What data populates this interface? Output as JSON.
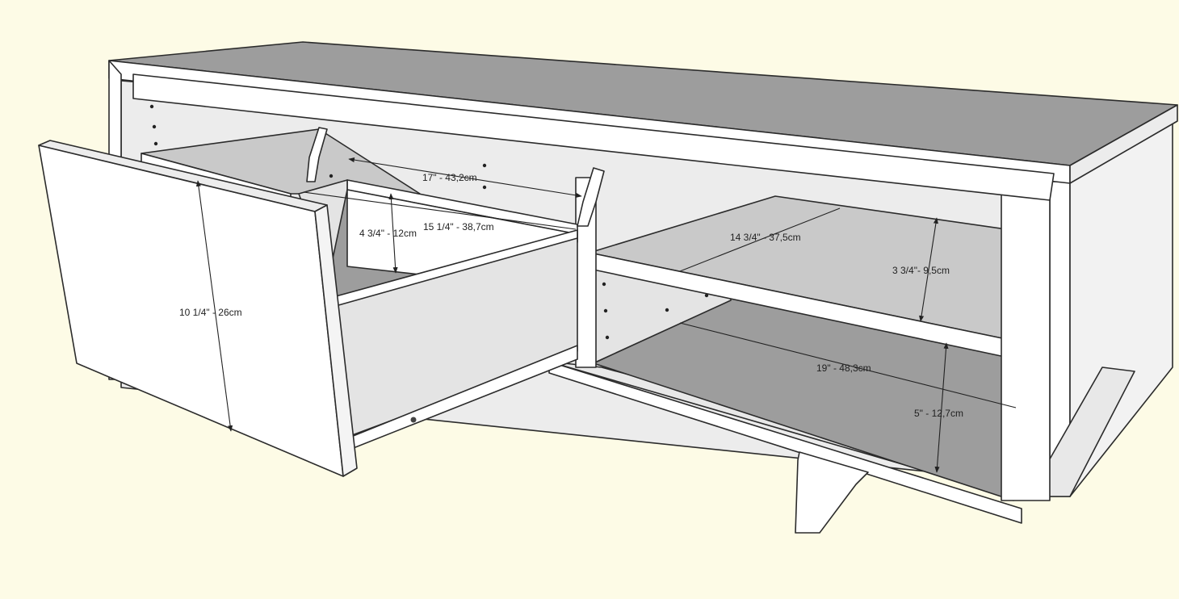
{
  "colors": {
    "background": "#fdfbe6",
    "panel_white": "#ffffff",
    "panel_light": "#ececec",
    "panel_mid": "#c9c9c9",
    "panel_dark": "#9d9d9d",
    "outline": "#2b2b2b"
  },
  "dimensions": {
    "drawer_front_height": "10 1/4\" - 26cm",
    "drawer_depth": "17\" - 43,2cm",
    "drawer_width": "15 1/4\" - 38,7cm",
    "drawer_height": "4 3/4\" - 12cm",
    "shelf_depth": "14 3/4\" - 37,5cm",
    "upper_opening_height": "3 3/4\"- 9,5cm",
    "compartment_width": "19\" - 48,3cm",
    "lower_opening_height": "5\" - 12,7cm"
  }
}
